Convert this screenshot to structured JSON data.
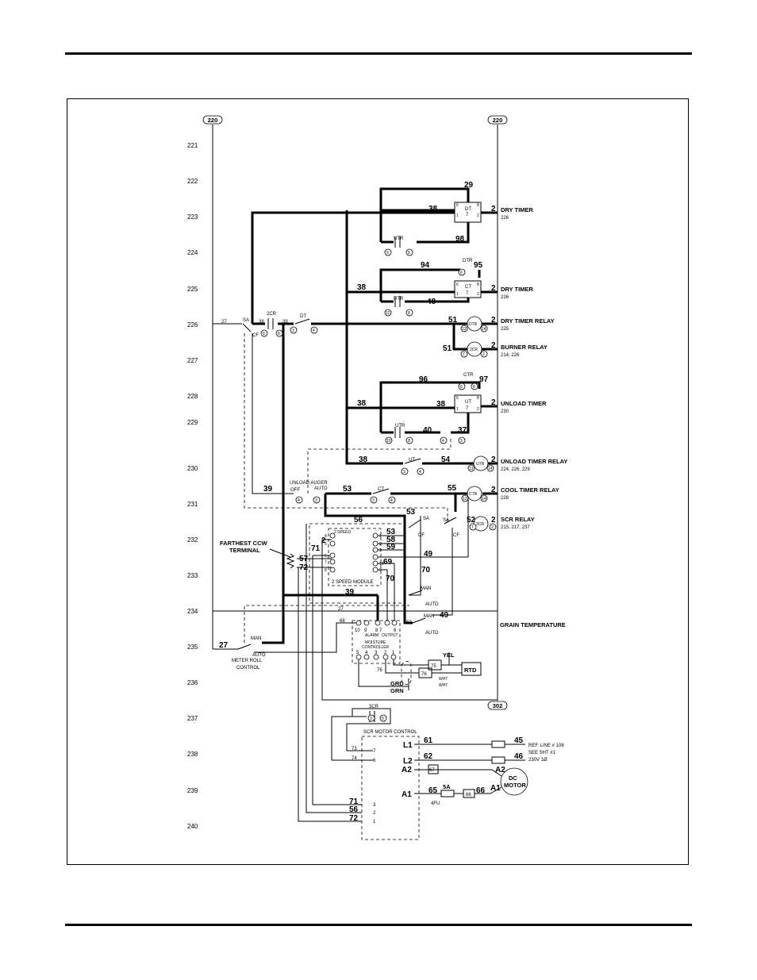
{
  "bus": {
    "left": "220",
    "right": "220",
    "return": "302"
  },
  "line_numbers": [
    "221",
    "222",
    "223",
    "224",
    "225",
    "226",
    "227",
    "228",
    "229",
    "230",
    "231",
    "232",
    "233",
    "234",
    "235",
    "236",
    "237",
    "238",
    "239",
    "240"
  ],
  "wires": {
    "w29": "29",
    "w38a": "38",
    "w2a": "2",
    "w98": "98",
    "w94": "94",
    "w95": "95",
    "w38b": "38",
    "w2b": "2",
    "w48": "48",
    "w27a": "27",
    "w38c": "38",
    "w39a": "39",
    "w51a": "51",
    "w2c": "2",
    "w51b": "51",
    "w2d": "2",
    "w96": "96",
    "w97": "97",
    "w38d": "38",
    "w38e": "38",
    "w2e": "2",
    "w40": "40",
    "w37": "37",
    "w38f": "38",
    "w54": "54",
    "w2f": "2",
    "w39b": "39",
    "w53a": "53",
    "w55": "55",
    "w2g": "2",
    "w53b": "53",
    "w52": "52",
    "w2h": "2",
    "w56a": "56",
    "w53c": "53",
    "w58": "58",
    "w59": "59",
    "w49a": "49",
    "w2i": "2",
    "w71a": "71",
    "w57": "57",
    "w72a": "72",
    "w69": "69",
    "w70a": "70",
    "w70b": "70",
    "w39c": "39",
    "w27b": "27",
    "w53d": "53",
    "w49b": "49",
    "w68": "68",
    "w27c": "27",
    "w76a": "76",
    "w75": "75",
    "w76b": "76",
    "w73": "73",
    "w74": "74",
    "w61": "61",
    "w62": "62",
    "w45": "45",
    "w46": "46",
    "w67": "67",
    "w65": "65",
    "w66": "66",
    "w71b": "71",
    "w56b": "56",
    "w72b": "72"
  },
  "labels": {
    "dt": "DT",
    "dt7": "7",
    "utr1": "UTR",
    "dtr": "DTR",
    "ct": "CT",
    "ct7": "7",
    "utr2": "UTR",
    "sa1": "SA",
    "cf1": "CF",
    "cr2": "2CR",
    "dt2": "DT",
    "dtr_coil": "DTR",
    "cr2_coil": "2CR",
    "ctr1": "CTR",
    "ut": "UT",
    "ut7": "7",
    "utr3": "UTR",
    "ut2": "UT",
    "utr_coil": "UTR",
    "unload_auger": "UNLOAD AUGER",
    "off": "OFF",
    "auto1": "AUTO",
    "ct2": "CT",
    "ctr_coil": "CTR",
    "sa2": "SA",
    "cf2": "CF",
    "scr_coil": "3CR",
    "sa3": "SA",
    "cf3": "CF",
    "two_speed": "2 SPEED",
    "two_speed_module": "2 SPEED MODULE",
    "man1": "MAN",
    "auto2": "AUTO",
    "man2": "MAN",
    "auto3": "AUTO",
    "alarm": "ALARM",
    "output": "OUTPUT",
    "moisture1": "MOISTURE",
    "moisture2": "CONTROLLER",
    "man3": "MAN",
    "auto4": "AUTO",
    "yel": "YEL",
    "wht1": "WHT",
    "wht2": "WHT",
    "rtd": "RTD",
    "grd": "GRD",
    "grn": "GRN",
    "cr3": "3CR",
    "scr_motor": "SCR MOTOR CONTROL",
    "l1": "L1",
    "l2": "L2",
    "a2": "A2",
    "a1": "A1",
    "a2b": "A2",
    "a1b": "A1",
    "dc": "DC",
    "motor": "MOTOR",
    "fuse5a": "5A",
    "fu4": "4FU",
    "t7": "7",
    "t6": "6",
    "t3": "3",
    "t2": "2",
    "t1": "1"
  },
  "callouts": {
    "dry_timer_1": "DRY TIMER",
    "dry_timer_1_ref": "226",
    "dry_timer_2": "DRY TIMER",
    "dry_timer_2_ref": "226",
    "dry_timer_relay": "DRY TIMER RELAY",
    "dry_timer_relay_ref": "225",
    "burner_relay": "BURNER RELAY",
    "burner_relay_ref": "214, 226",
    "unload_timer": "UNLOAD TIMER",
    "unload_timer_ref": "230",
    "unload_timer_relay": "UNLOAD TIMER RELAY",
    "unload_timer_relay_ref": "224, 226, 229",
    "cool_timer_relay": "COOL TIMER RELAY",
    "cool_timer_relay_ref": "228",
    "scr_relay": "SCR RELAY",
    "scr_relay_ref": "215, 217, 237",
    "grain_temperature": "GRAIN TEMPERATURE",
    "farthest_ccw_1": "FARTHEST CCW",
    "farthest_ccw_2": "TERMINAL",
    "meter_roll_1": "METER ROLL",
    "meter_roll_2": "CONTROL",
    "ref_line_1": "REF. LINE # 108",
    "ref_line_2": "SEE SHT #1",
    "ref_line_3": "230V 1Ø"
  },
  "terminals": {
    "t9": "9",
    "t8a": "8",
    "t12": "12",
    "t8b": "8",
    "t6a": "6",
    "t8c": "8",
    "t3a": "3",
    "t4a": "4",
    "t13a": "13",
    "t14a": "14",
    "t7a": "7",
    "t2a": "2",
    "t6b": "6",
    "t8d": "8",
    "t10a": "10",
    "t6c": "6",
    "t4b": "4",
    "t3b": "3",
    "t3c": "3",
    "t4c": "4",
    "t13b": "13",
    "t14b": "14",
    "t4d": "4",
    "t3d": "3",
    "t3e": "3",
    "t4e": "4",
    "t13c": "13",
    "t14c": "14",
    "t7b": "7",
    "t2b": "2",
    "t3f": "3",
    "t6d": "6",
    "ct6": "6",
    "ct1": "1",
    "ct8": "8",
    "ct2": "2",
    "ut6": "6",
    "ut1": "1",
    "ut8": "8",
    "ut2": "2",
    "dt6": "6",
    "dt1": "1",
    "dt8": "8",
    "dt2": "2",
    "m10": "10",
    "m9": "9",
    "m8": "8",
    "m7": "7",
    "m6": "6",
    "m5": "5",
    "m4": "4",
    "m3": "3",
    "m2": "2",
    "m1": "1",
    "sp4": "4",
    "sp5": "5",
    "sp6": "6",
    "sp7": "7",
    "sp8": "8",
    "sp1": "1",
    "sp2": "2",
    "sp3": "3",
    "sp10": "10",
    "sp9": "9"
  }
}
